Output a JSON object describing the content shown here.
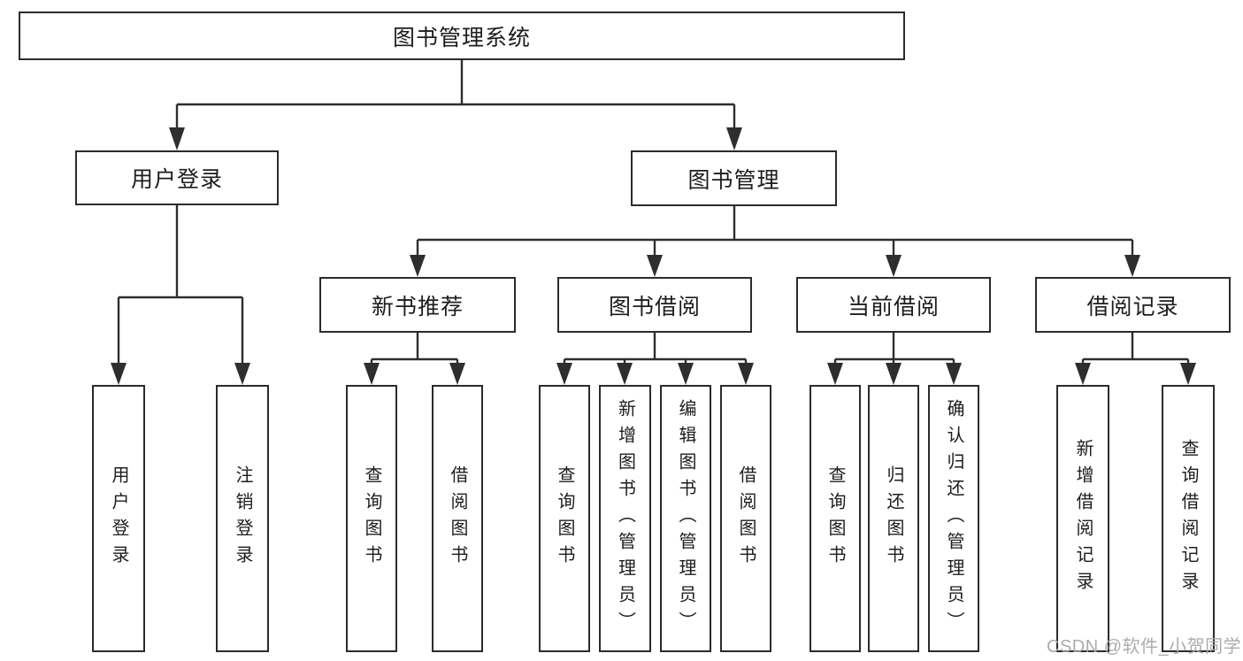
{
  "title": "图书管理系统",
  "watermark": {
    "text": "CSDN @软件_小贺同学"
  },
  "colors": {
    "line": "#2e2e2e",
    "box_border": "#2b2b2b",
    "text": "#1d1d1d",
    "background": "#ffffff",
    "watermark": "#a8a8ac"
  },
  "tree": {
    "root": {
      "label": "图书管理系统",
      "children": [
        {
          "label": "用户登录",
          "children": [
            {
              "label": "用户登录"
            },
            {
              "label": "注销登录"
            }
          ]
        },
        {
          "label": "图书管理",
          "children": [
            {
              "label": "新书推荐",
              "children": [
                {
                  "label": "查询图书"
                },
                {
                  "label": "借阅图书"
                }
              ]
            },
            {
              "label": "图书借阅",
              "children": [
                {
                  "label": "查询图书"
                },
                {
                  "label": "新增图书（管理员）"
                },
                {
                  "label": "编辑图书（管理员）"
                },
                {
                  "label": "借阅图书"
                }
              ]
            },
            {
              "label": "当前借阅",
              "children": [
                {
                  "label": "查询图书"
                },
                {
                  "label": "归还图书"
                },
                {
                  "label": "确认归还（管理员）"
                }
              ]
            },
            {
              "label": "借阅记录",
              "children": [
                {
                  "label": "新增借阅记录"
                },
                {
                  "label": "查询借阅记录"
                }
              ]
            }
          ]
        }
      ]
    }
  }
}
